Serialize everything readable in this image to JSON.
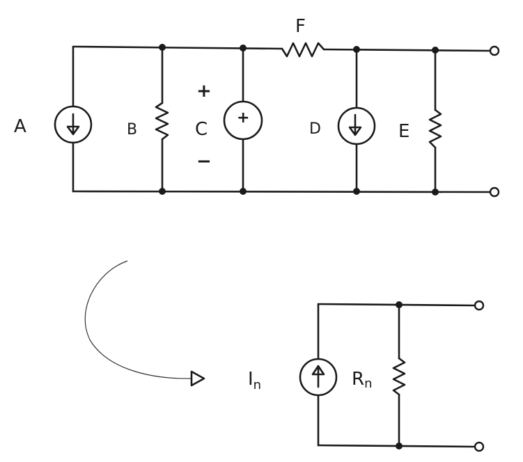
{
  "circuit_original": {
    "labels": {
      "a": "A",
      "b": "B",
      "c": "C",
      "d": "D",
      "e": "E",
      "f": "F"
    },
    "polarity": {
      "plus": "+",
      "minus": "−",
      "source_plus": "+"
    }
  },
  "circuit_norton": {
    "source_label_main": "I",
    "source_label_sub": "n",
    "resistor_label_main": "R",
    "resistor_label_sub": "n"
  }
}
